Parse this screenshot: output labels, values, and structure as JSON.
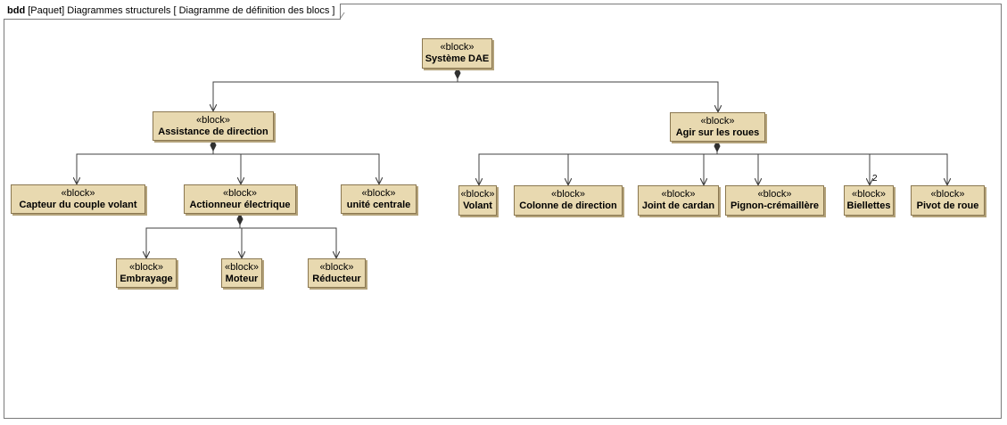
{
  "frame": {
    "kind": "bdd",
    "label": "[Paquet] Diagrammes structurels [ Diagramme de définition des blocs ]"
  },
  "stereotype": "«block»",
  "colors": {
    "block_fill": "#e8d9b0",
    "block_border": "#8a7750",
    "line": "#404040"
  },
  "blocks": {
    "systeme_dae": "Système DAE",
    "assistance_direction": "Assistance de direction",
    "agir_roues": "Agir sur les roues",
    "capteur_couple": "Capteur du couple volant",
    "actionneur": "Actionneur électrique",
    "unite_centrale": "unité centrale",
    "embrayage": "Embrayage",
    "moteur": "Moteur",
    "reducteur": "Réducteur",
    "volant": "Volant",
    "colonne": "Colonne de direction",
    "joint_cardan": "Joint de cardan",
    "pignon": "Pignon-crémaillère",
    "biellettes": "Biellettes",
    "pivot_roue": "Pivot de roue"
  },
  "multiplicities": {
    "biellettes": "2"
  }
}
